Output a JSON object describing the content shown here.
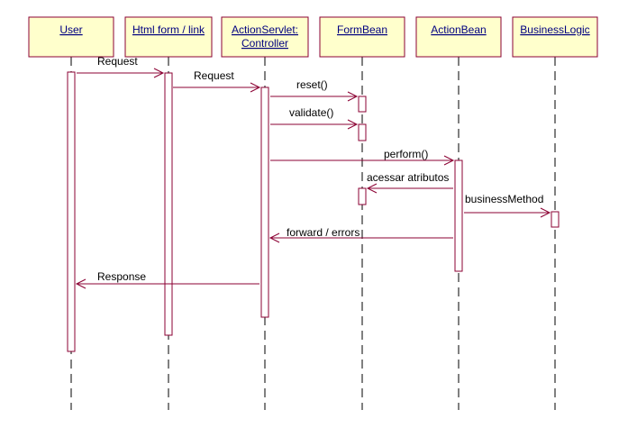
{
  "participants": [
    {
      "id": "user",
      "lines": [
        "User"
      ]
    },
    {
      "id": "html",
      "lines": [
        "Html form / link"
      ]
    },
    {
      "id": "servlet",
      "lines": [
        "ActionServlet:",
        "Controller"
      ]
    },
    {
      "id": "formbean",
      "lines": [
        "FormBean"
      ]
    },
    {
      "id": "actionbean",
      "lines": [
        "ActionBean"
      ]
    },
    {
      "id": "logic",
      "lines": [
        "BusinessLogic"
      ]
    }
  ],
  "messages": [
    {
      "id": "request-1",
      "from": "user",
      "to": "html",
      "label": "Request"
    },
    {
      "id": "request-2",
      "from": "html",
      "to": "servlet",
      "label": "Request"
    },
    {
      "id": "reset",
      "from": "servlet",
      "to": "formbean",
      "label": "reset()"
    },
    {
      "id": "validate",
      "from": "servlet",
      "to": "formbean",
      "label": "validate()"
    },
    {
      "id": "perform",
      "from": "servlet",
      "to": "actionbean",
      "label": "perform()"
    },
    {
      "id": "acessar",
      "from": "actionbean",
      "to": "formbean",
      "label": "acessar atributos"
    },
    {
      "id": "business",
      "from": "actionbean",
      "to": "logic",
      "label": "businessMethod"
    },
    {
      "id": "forward",
      "from": "actionbean",
      "to": "servlet",
      "label": "forward / errors"
    },
    {
      "id": "response",
      "from": "servlet",
      "to": "user",
      "label": "Response"
    }
  ],
  "colors": {
    "box_fill": "#ffffcc",
    "stroke": "#8b0033",
    "label_text": "#000080"
  }
}
